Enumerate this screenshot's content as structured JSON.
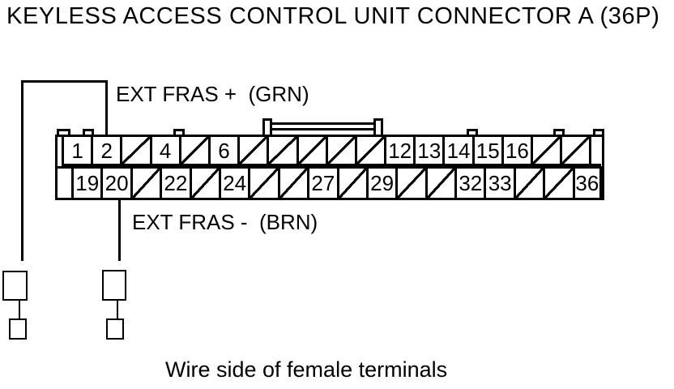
{
  "title": "KEYLESS ACCESS CONTROL UNIT CONNECTOR A (36P)",
  "caption": "Wire side of female terminals",
  "connector": {
    "pin_count": "36P",
    "hatch_symbol": "/",
    "rows": [
      {
        "id": "top",
        "cells": [
          "1",
          "2",
          "/",
          "4",
          "/",
          "6",
          "/",
          "/",
          "/",
          "/",
          "/",
          "12",
          "13",
          "14",
          "15",
          "16",
          "/",
          "/"
        ]
      },
      {
        "id": "bottom",
        "cells": [
          "19",
          "20",
          "/",
          "22",
          "/",
          "24",
          "/",
          "/",
          "27",
          "/",
          "29",
          "/",
          "/",
          "32",
          "33",
          "/",
          "/",
          "36"
        ]
      }
    ]
  },
  "wires": [
    {
      "id": "plus",
      "label": "EXT FRAS +  (GRN)",
      "pin": "2"
    },
    {
      "id": "minus",
      "label": "EXT FRAS -  (BRN)",
      "pin": "20"
    }
  ],
  "colors": {
    "line": "#000000",
    "background": "#ffffff"
  }
}
